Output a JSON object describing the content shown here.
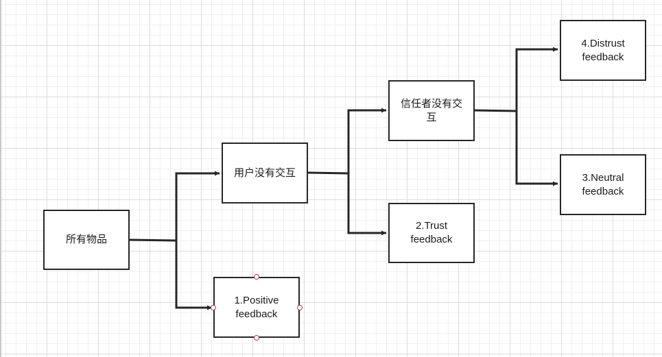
{
  "diagram": {
    "nodes": {
      "root": {
        "label": "所有物品"
      },
      "no_interaction_user": {
        "label": "用户没有交互"
      },
      "positive": {
        "label": "1.Positive feedback"
      },
      "no_interaction_trustor": {
        "label": "信任者没有交互"
      },
      "trust": {
        "label": "2.Trust feedback"
      },
      "distrust": {
        "label": "4.Distrust feedback"
      },
      "neutral": {
        "label": "3.Neutral feedback"
      }
    },
    "edges": [
      {
        "from": "所有物品",
        "to": "用户没有交互"
      },
      {
        "from": "所有物品",
        "to": "1.Positive feedback"
      },
      {
        "from": "用户没有交互",
        "to": "信任者没有交互"
      },
      {
        "from": "用户没有交互",
        "to": "2.Trust feedback"
      },
      {
        "from": "信任者没有交互",
        "to": "4.Distrust feedback"
      },
      {
        "from": "信任者没有交互",
        "to": "3.Neutral feedback"
      }
    ],
    "colors": {
      "stroke": "#262626",
      "grid": "#dcdcdc",
      "handle": "#b04040"
    }
  }
}
